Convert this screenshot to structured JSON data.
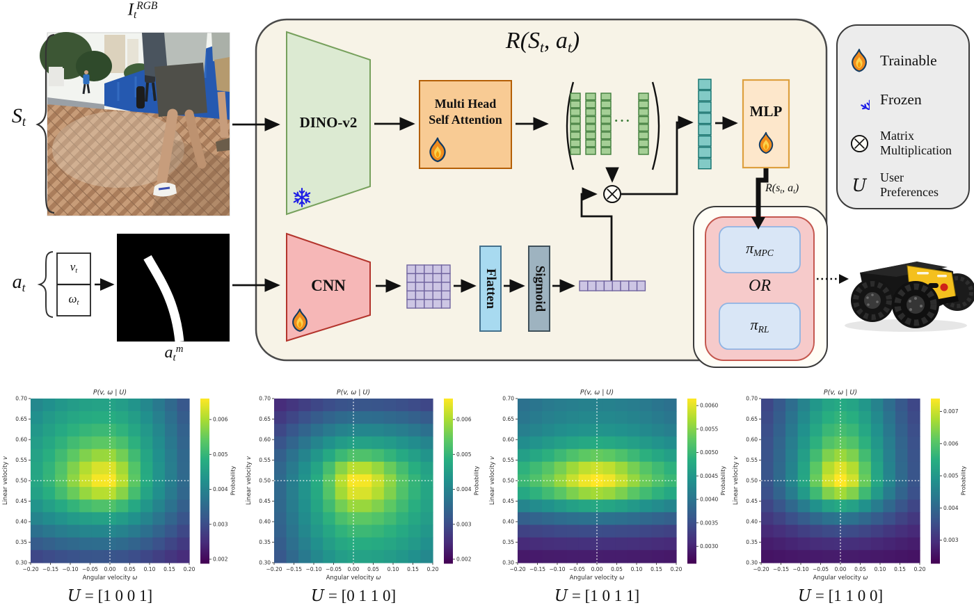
{
  "diagram": {
    "reward_title": [
      {
        "t": "R(",
        "s": "i"
      },
      {
        "t": "S",
        "s": "i"
      },
      {
        "t": "t",
        "s": "sub"
      },
      {
        "t": ", ",
        "s": "i"
      },
      {
        "t": "a",
        "s": "i"
      },
      {
        "t": "t",
        "s": "sub"
      },
      {
        "t": ")",
        "s": "i"
      }
    ],
    "state_label": [
      {
        "t": "S",
        "s": "i"
      },
      {
        "t": "t",
        "s": "sub"
      }
    ],
    "rgb_image_label": [
      {
        "t": "I",
        "s": "i"
      },
      {
        "t": "t",
        "s": "sub"
      },
      {
        "t": "RGB",
        "s": "sup"
      }
    ],
    "action_label": [
      {
        "t": "a",
        "s": "i"
      },
      {
        "t": "t",
        "s": "sub"
      }
    ],
    "v_cell": [
      {
        "t": "v",
        "s": "i"
      },
      {
        "t": "t",
        "s": "sub"
      }
    ],
    "omega_cell": [
      {
        "t": "ω",
        "s": "i"
      },
      {
        "t": "t",
        "s": "sub"
      }
    ],
    "mask_label": [
      {
        "t": "a",
        "s": "i"
      },
      {
        "t": "t",
        "s": "sub"
      },
      {
        "t": "m",
        "s": "sup"
      }
    ],
    "reward_out_label": [
      {
        "t": "R(",
        "s": "i"
      },
      {
        "t": "s",
        "s": "i"
      },
      {
        "t": "t",
        "s": "sub"
      },
      {
        "t": ", ",
        "s": "i"
      },
      {
        "t": "a",
        "s": "i"
      },
      {
        "t": "t",
        "s": "sub"
      },
      {
        "t": ")",
        "s": "i"
      }
    ],
    "pi_mpc": [
      {
        "t": "π",
        "s": "i"
      },
      {
        "t": "MPC",
        "s": "sub"
      }
    ],
    "pi_rl": [
      {
        "t": "π",
        "s": "i"
      },
      {
        "t": "RL",
        "s": "sub"
      }
    ],
    "blocks": {
      "dino": "DINO-v2",
      "mhsa_line1": "Multi Head",
      "mhsa_line2": "Self Attention",
      "cnn": "CNN",
      "flatten": "Flatten",
      "sigmoid": "Sigmoid",
      "mlp": "MLP",
      "or": "OR"
    },
    "token_matrix": {
      "columns": 4,
      "cells_per_column": 8,
      "ellipsis": "···"
    },
    "feature_grid": {
      "rows": 5,
      "cols": 5
    },
    "attention_vector_cells": 8,
    "action_vector_cells": 8,
    "colors": {
      "container_bg": "#f7f3e7",
      "dino_fill": "#dcead2",
      "dino_stroke": "#76a05c",
      "mhsa_fill": "#f8cb94",
      "mhsa_stroke": "#b45f06",
      "token_fill": "#a5cf96",
      "token_stroke": "#3f7d3b",
      "teal_fill": "#82cac6",
      "teal_stroke": "#0e6e6b",
      "mlp_fill": "#fde7cb",
      "mlp_stroke": "#dd9f3e",
      "cnn_fill": "#f6b7b7",
      "cnn_stroke": "#b3342c",
      "grid_fill": "#cdc6e4",
      "grid_stroke": "#6f639e",
      "flatten_fill": "#a8daf0",
      "flatten_stroke": "#44708c",
      "sigmoid_fill": "#9eb3c0",
      "sigmoid_stroke": "#3e4f59",
      "policy_fill": "#f6caca",
      "policy_stroke": "#c4574e",
      "pi_fill": "#d9e6f6",
      "pi_stroke": "#8fb4e3",
      "legend_bg": "#ececec",
      "robot_yellow": "#f4c01e",
      "flame_orange": "#f08c1d",
      "snowflake_blue": "#1d1de6"
    }
  },
  "legend": {
    "items": [
      {
        "icon": "flame-icon",
        "lines": [
          "Trainable"
        ]
      },
      {
        "icon": "snowflake-icon",
        "lines": [
          "Frozen"
        ]
      },
      {
        "icon": "matrix-multiplication-icon",
        "lines": [
          "Matrix",
          "Multiplication"
        ]
      },
      {
        "icon": "user-preferences-symbol",
        "symbol": "U",
        "lines": [
          "User",
          "Preferences"
        ]
      }
    ]
  },
  "chart_data": {
    "type": "heatmap",
    "shared": {
      "title": "P(v, ω | U)",
      "xlabel_prefix": "Angular velocity ",
      "xlabel_symbol": "ω",
      "ylabel_prefix": "Linear velocity ",
      "ylabel_symbol": "v",
      "colorbar_label": "Probability",
      "xlim": [
        -0.2,
        0.2
      ],
      "ylim": [
        0.3,
        0.7
      ],
      "x_ticks": [
        -0.2,
        -0.15,
        -0.1,
        -0.05,
        0.0,
        0.05,
        0.1,
        0.15,
        0.2
      ],
      "x_tick_labels": [
        "−0.20",
        "−0.15",
        "−0.10",
        "−0.05",
        "0.00",
        "0.05",
        "0.10",
        "0.15",
        "0.20"
      ],
      "y_ticks": [
        0.3,
        0.35,
        0.4,
        0.45,
        0.5,
        0.55,
        0.6,
        0.65,
        0.7
      ],
      "y_tick_labels": [
        "0.30",
        "0.35",
        "0.40",
        "0.45",
        "0.50",
        "0.55",
        "0.60",
        "0.65",
        "0.70"
      ],
      "grid_cells": 13,
      "colormap": "viridis",
      "crosshair": {
        "omega": 0.0,
        "v": 0.5,
        "style": "white-dotted"
      }
    },
    "panels": [
      {
        "u_symbol": "U",
        "u_rest": " = [1 0 0 1]",
        "u_vector": [
          1,
          0,
          0,
          1
        ],
        "vmin": 0.0019,
        "vmax": 0.0066,
        "cbar_ticks": [
          0.002,
          0.003,
          0.004,
          0.005,
          0.006
        ],
        "cbar_tick_labels": [
          "0.002",
          "0.003",
          "0.004",
          "0.005",
          "0.006"
        ],
        "peak": {
          "omega": -0.01,
          "v": 0.5,
          "prob": 0.0066
        },
        "gaussians": [
          {
            "a": 0.72,
            "cx": -0.015,
            "cy": 0.505,
            "sxl": 0.26,
            "sxr": 0.165,
            "syu": 0.27,
            "syd": 0.135
          },
          {
            "a": 0.28,
            "cx": -0.01,
            "cy": 0.5,
            "sxl": 0.07,
            "sxr": 0.05,
            "syu": 0.055,
            "syd": 0.04
          }
        ]
      },
      {
        "u_symbol": "U",
        "u_rest": " = [0 1 1 0]",
        "u_vector": [
          0,
          1,
          1,
          0
        ],
        "vmin": 0.0019,
        "vmax": 0.0066,
        "cbar_ticks": [
          0.002,
          0.003,
          0.004,
          0.005,
          0.006
        ],
        "cbar_tick_labels": [
          "0.002",
          "0.003",
          "0.004",
          "0.005",
          "0.006"
        ],
        "peak": {
          "omega": 0.01,
          "v": 0.5,
          "prob": 0.0066
        },
        "gaussians": [
          {
            "a": 0.72,
            "cx": 0.015,
            "cy": 0.495,
            "sxl": 0.165,
            "sxr": 0.26,
            "syu": 0.135,
            "syd": 0.27
          },
          {
            "a": 0.28,
            "cx": 0.01,
            "cy": 0.5,
            "sxl": 0.05,
            "sxr": 0.07,
            "syu": 0.04,
            "syd": 0.055
          }
        ]
      },
      {
        "u_symbol": "U",
        "u_rest": " = [1 0 1 1]",
        "u_vector": [
          1,
          0,
          1,
          1
        ],
        "vmin": 0.00265,
        "vmax": 0.00615,
        "cbar_ticks": [
          0.003,
          0.0035,
          0.004,
          0.0045,
          0.005,
          0.0055,
          0.006
        ],
        "cbar_tick_labels": [
          "0.0030",
          "0.0035",
          "0.0040",
          "0.0045",
          "0.0050",
          "0.0055",
          "0.0060"
        ],
        "peak": {
          "omega": 0.0,
          "v": 0.5,
          "prob": 0.006
        },
        "gaussians": [
          {
            "a": 0.5,
            "cx": 0.0,
            "cy": 0.505,
            "sxl": 0.32,
            "sxr": 0.32,
            "syu": 0.35,
            "syd": 0.1
          },
          {
            "a": 0.28,
            "cx": 0.0,
            "cy": 0.5,
            "sxl": 0.35,
            "sxr": 0.35,
            "syu": 0.06,
            "syd": 0.05
          },
          {
            "a": 0.22,
            "cx": 0.0,
            "cy": 0.5,
            "sxl": 0.07,
            "sxr": 0.07,
            "syu": 0.05,
            "syd": 0.04
          }
        ]
      },
      {
        "u_symbol": "U",
        "u_rest": " = [1 1 0 0]",
        "u_vector": [
          1,
          1,
          0,
          0
        ],
        "vmin": 0.0023,
        "vmax": 0.0074,
        "cbar_ticks": [
          0.003,
          0.004,
          0.005,
          0.006,
          0.007
        ],
        "cbar_tick_labels": [
          "0.003",
          "0.004",
          "0.005",
          "0.006",
          "0.007"
        ],
        "peak": {
          "omega": 0.0,
          "v": 0.5,
          "prob": 0.0074
        },
        "gaussians": [
          {
            "a": 0.55,
            "cx": 0.0,
            "cy": 0.5,
            "sxl": 0.1,
            "sxr": 0.1,
            "syu": 0.28,
            "syd": 0.07
          },
          {
            "a": 0.2,
            "cx": 0.0,
            "cy": 0.5,
            "sxl": 0.3,
            "sxr": 0.3,
            "syu": 0.3,
            "syd": 0.12
          },
          {
            "a": 0.25,
            "cx": 0.0,
            "cy": 0.5,
            "sxl": 0.05,
            "sxr": 0.05,
            "syu": 0.05,
            "syd": 0.035
          }
        ]
      }
    ]
  }
}
